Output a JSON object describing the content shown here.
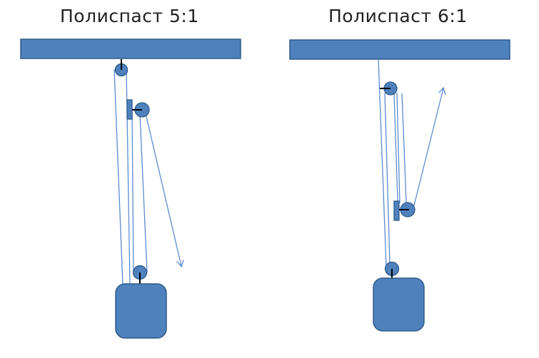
{
  "diagrams": [
    {
      "title": "Полиспаст 5:1",
      "ratio": "5:1"
    },
    {
      "title": "Полиспаст 6:1",
      "ratio": "6:1"
    }
  ],
  "colors": {
    "fill": "#4f81bd",
    "stroke": "#2e5c8a",
    "rope": "#5b8bd0",
    "axle": "#000000"
  }
}
